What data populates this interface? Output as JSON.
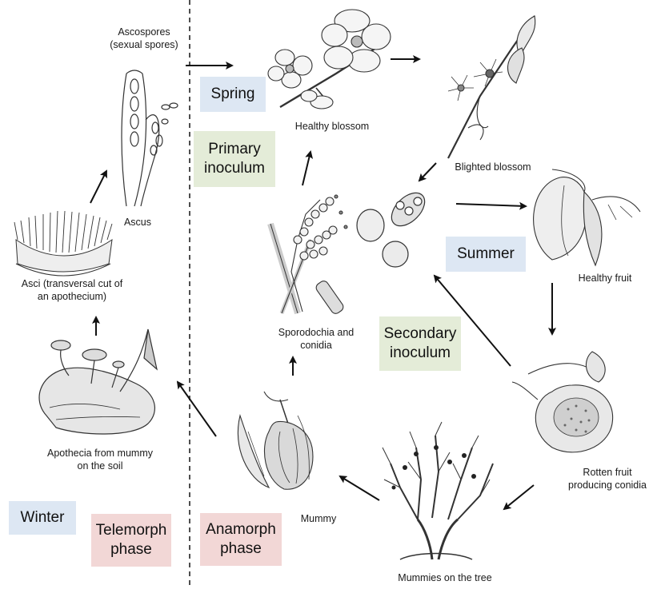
{
  "colors": {
    "season_box": "#dde7f3",
    "inoculum_box": "#e4ecd8",
    "phase_box": "#f2d7d6",
    "ink": "#1a1a1a"
  },
  "labels": {
    "ascospores_line1": "Ascospores",
    "ascospores_line2": "(sexual spores)",
    "ascus": "Ascus",
    "asci_line1": "Asci (transversal cut  of",
    "asci_line2": "an apothecium)",
    "apothecia_line1": "Apothecia from mummy",
    "apothecia_line2": "on the soil",
    "healthy_blossom": "Healthy blossom",
    "blighted_blossom": "Blighted  blossom",
    "healthy_fruit": "Healthy fruit",
    "rotten_line1": "Rotten fruit",
    "rotten_line2": "producing conidia",
    "mummies_tree": "Mummies on the tree",
    "mummy": "Mummy",
    "sporodochia_line1": "Sporodochia  and",
    "sporodochia_line2": "conidia"
  },
  "boxes": {
    "spring": "Spring",
    "summer": "Summer",
    "winter": "Winter",
    "primary_line1": "Primary",
    "primary_line2": "inoculum",
    "secondary_line1": "Secondary",
    "secondary_line2": "inoculum",
    "telemorph_line1": "Telemorph",
    "telemorph_line2": "phase",
    "anamorph_line1": "Anamorph",
    "anamorph_line2": "phase"
  },
  "illustrations": [
    "ascus-icon",
    "asci-icon",
    "apothecia-icon",
    "healthy-blossom-icon",
    "blighted-blossom-icon",
    "healthy-fruit-icon",
    "rotten-fruit-icon",
    "mummies-tree-icon",
    "mummy-icon",
    "sporodochia-icon"
  ]
}
